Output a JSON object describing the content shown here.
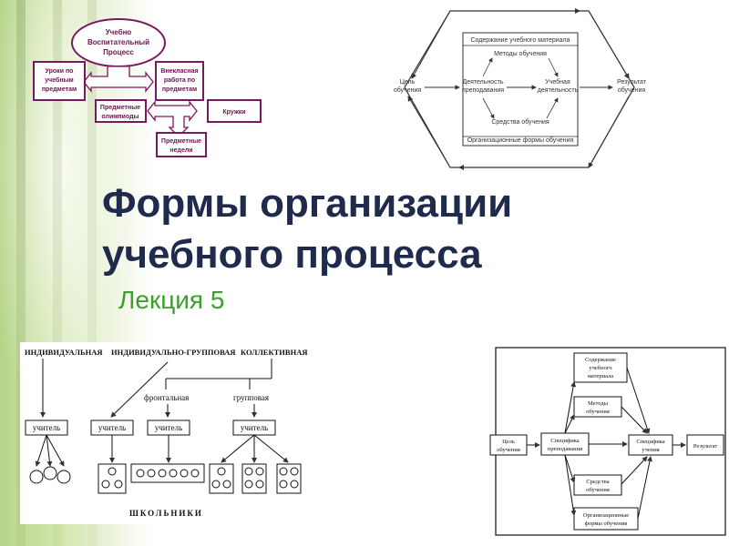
{
  "slide": {
    "title_line1": "Формы организации",
    "title_line2": "учебного процесса",
    "subtitle": "Лекция 5"
  },
  "diagram_top_left": {
    "center": [
      "Учебно",
      "Воспитательный",
      "Процесс"
    ],
    "left": [
      "Уроки по",
      "учебным",
      "предметам"
    ],
    "right": [
      "Внекласная",
      "работа по",
      "предметам"
    ],
    "olymp": [
      "Предметные",
      "олимпиоды"
    ],
    "clubs": [
      "Кружки"
    ],
    "weeks": [
      "Предметные",
      "недели"
    ]
  },
  "diagram_top_right": {
    "goal": [
      "Цель",
      "обучения"
    ],
    "teaching": [
      "Деятельность",
      "преподавания"
    ],
    "learning": [
      "Учебная",
      "деятельность"
    ],
    "result": [
      "Результат",
      "обучения"
    ],
    "content": "Содержание учебного материала",
    "methods": "Методы обучения",
    "means": "Средства обучения",
    "forms": "Организационные формы обучения"
  },
  "diagram_bottom_left": {
    "individual": "ИНДИВИДУАЛЬНАЯ",
    "individual_group": "ИНДИВИДУАЛЬНО-ГРУППОВАЯ",
    "collective": "КОЛЛЕКТИВНАЯ",
    "frontal": "фронтальная",
    "group": "групповая",
    "teacher": "учитель",
    "pupils": "ШКОЛЬНИКИ"
  },
  "diagram_bottom_right": {
    "goal": [
      "Цель",
      "обучения"
    ],
    "teaching": [
      "Специфика",
      "преподавания"
    ],
    "learning": [
      "Специфика",
      "учения"
    ],
    "result": "Результат",
    "content": [
      "Содержание",
      "учебного",
      "материала"
    ],
    "methods": [
      "Методы",
      "обучения"
    ],
    "means": [
      "Средства",
      "обучения"
    ],
    "forms": [
      "Организационные",
      "формы обучения"
    ]
  },
  "colors": {
    "title": "#1f2a4d",
    "subtitle": "#39a02a",
    "purple": "#7a1a5e",
    "diagram_line": "#333333"
  }
}
